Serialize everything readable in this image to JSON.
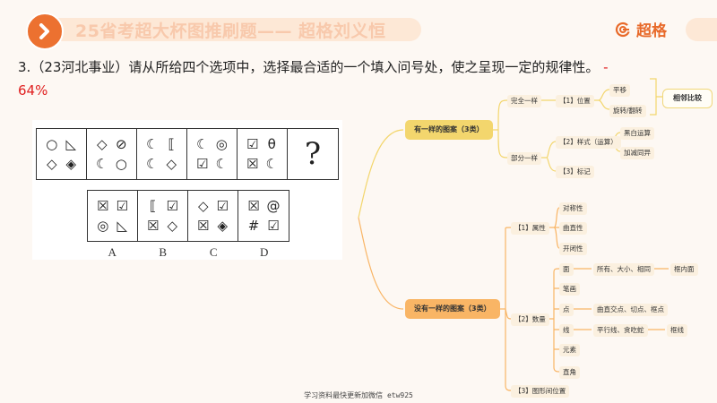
{
  "header": {
    "title": "25省考超大杯图推刷题—— 超格刘义恒",
    "icon": "chevron-right-icon",
    "brand": {
      "logo": "g-logo-icon",
      "name": "超格"
    },
    "accent_color": "#ec7130"
  },
  "question": {
    "number": "3.",
    "text": "（23河北事业）请从所给四个选项中，选择最合适的一个填入问号处，使之呈现一定的规律性。",
    "separator": " -",
    "accuracy": "64%",
    "accuracy_color": "#e02020"
  },
  "puzzle": {
    "sequence": [
      [
        "○",
        "◺",
        "◇",
        "◈"
      ],
      [
        "◇",
        "⊘",
        "☾",
        "○"
      ],
      [
        "☾",
        "⟦",
        "☾",
        "◇"
      ],
      [
        "☾",
        "◎",
        "☑",
        "☾"
      ],
      [
        "☑",
        "θ",
        "☒",
        "☾"
      ]
    ],
    "question_mark": "?",
    "options": [
      {
        "label": "A",
        "figures": [
          "☒",
          "☑",
          "◎",
          "◺"
        ]
      },
      {
        "label": "B",
        "figures": [
          "⟦",
          "☑",
          "☒",
          "◇"
        ]
      },
      {
        "label": "C",
        "figures": [
          "◇",
          "☑",
          "☒",
          "◈"
        ]
      },
      {
        "label": "D",
        "figures": [
          "☒",
          "@",
          "#",
          "☑"
        ]
      }
    ]
  },
  "mindmap": {
    "branch1": {
      "label": "有一样的图案（3类）",
      "children": {
        "same": "完全一样",
        "position": "【1】位置",
        "translate": "平移",
        "rotate": "旋转/翻转",
        "compare": "相邻比较",
        "partial": "部分一样",
        "style": "【2】样式（运算）",
        "bw": "黑白运算",
        "addsub": "加减同异",
        "mark": "【3】标记"
      }
    },
    "branch2": {
      "label": "没有一样的图案（3类）",
      "children": {
        "attr": "【1】属性",
        "symmetry": "对称性",
        "curve": "曲直性",
        "open": "开闭性",
        "count": "【2】数量",
        "face": "面",
        "face_detail": "所有、大小、相同",
        "face_inner": "框内面",
        "stroke": "笔画",
        "point": "点",
        "point_detail": "曲直交点、切点、框点",
        "line": "线",
        "line_detail": "平行线、贪吃蛇",
        "line_frame": "框线",
        "element": "元素",
        "angle": "直角",
        "relpos": "【3】图形间位置"
      }
    }
  },
  "watermark": "学习资料最快更新加微信 etw925"
}
